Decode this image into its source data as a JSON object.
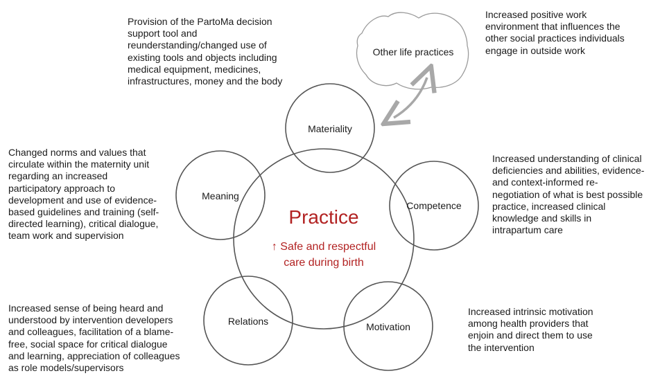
{
  "diagram": {
    "center": {
      "title": "Practice",
      "subtitle_line1": "↑ Safe and respectful",
      "subtitle_line2": "care during birth"
    },
    "elements": {
      "materiality": "Materiality",
      "meaning": "Meaning",
      "competence": "Competence",
      "relations": "Relations",
      "motivation": "Motivation"
    },
    "cloud_label": "Other life practices",
    "descriptions": {
      "materiality": "Provision of the PartoMa decision\nsupport tool and\nreunderstanding/changed use of\nexisting tools and objects including\nmedical equipment, medicines,\ninfrastructures, money and the body",
      "other_life_practices": "Increased positive work\nenvironment that influences the\nother social practices individuals\nengage in outside work",
      "meaning": "Changed norms and values that\ncirculate within the maternity unit\nregarding an increased\nparticipatory approach to\ndevelopment and use of evidence-\nbased guidelines and training (self-\ndirected learning), critical dialogue,\nteam work and supervision",
      "competence": "Increased understanding of clinical\ndeficiencies and abilities, evidence-\nand context-informed re-\nnegotiation of what is best possible\npractice, increased clinical\nknowledge and skills in\nintrapartum care",
      "relations": "Increased sense of being heard and\nunderstood by intervention developers\nand colleagues, facilitation of a blame-\nfree, social space for critical dialogue\nand learning, appreciation of colleagues\nas role models/supervisors",
      "motivation": "Increased intrinsic motivation\namong health providers that\nenjoin and direct them to use\nthe intervention"
    },
    "colors": {
      "circle_stroke": "#555555",
      "center_text": "#b22222",
      "arrow": "#a8a8a8",
      "cloud_stroke": "#9a9a9a",
      "text": "#1a1a1a"
    }
  }
}
